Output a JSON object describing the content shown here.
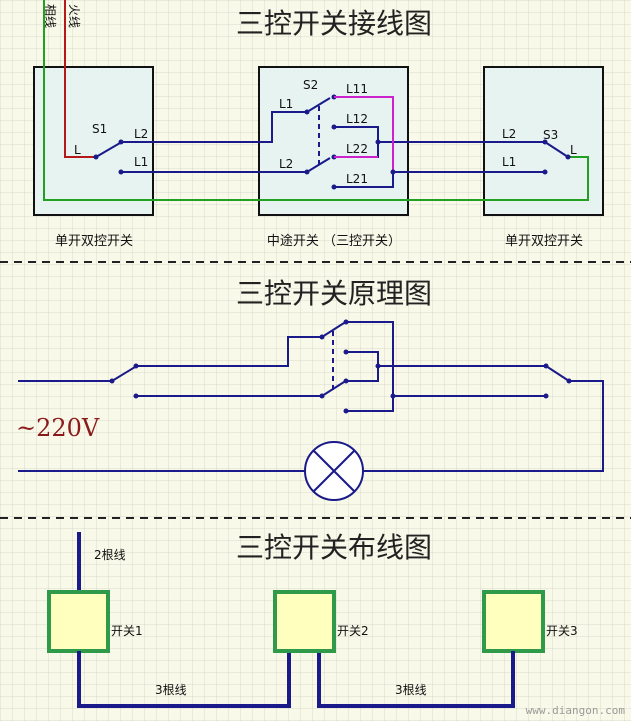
{
  "sections": {
    "wiring_title": "三控开关接线图",
    "principle_title": "三控开关原理图",
    "layout_title": "三控开关布线图"
  },
  "wiring": {
    "neutral_label": "相线",
    "live_label": "火线",
    "s1": "S1",
    "s2": "S2",
    "s3": "S3",
    "l": "L",
    "l1": "L1",
    "l2": "L2",
    "l11": "L11",
    "l12": "L12",
    "l21": "L21",
    "l22": "L22",
    "left_caption": "单开双控开关",
    "middle_caption": "中途开关 （三控开关）",
    "right_caption": "单开双控开关",
    "colors": {
      "wire": "#1a1a8a",
      "live": "#b41818",
      "neutral": "#22a022",
      "cross": "#cc22cc"
    }
  },
  "principle": {
    "voltage": "~220V",
    "voltage_color": "#8b1a1a",
    "lamp_icon": "lamp-cross-icon"
  },
  "layout": {
    "wires_2": "2根线",
    "switch1": "开关1",
    "switch2": "开关2",
    "switch3": "开关3",
    "wires_3_left": "3根线",
    "wires_3_right": "3根线",
    "box_fill": "#ffffbe",
    "box_border": "#2e9a4a"
  },
  "watermark": "www.diangon.com"
}
